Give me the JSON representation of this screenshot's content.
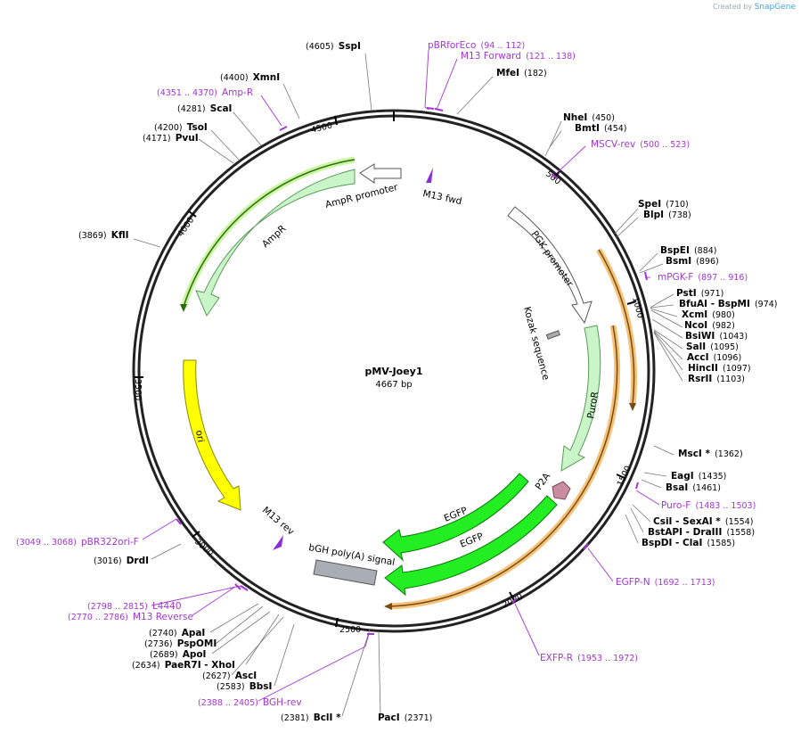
{
  "credit": {
    "prefix": "Created by",
    "brand": "SnapGene"
  },
  "plasmid": {
    "name": "pMV-Joey1",
    "length_label": "4667 bp",
    "length": 4667
  },
  "ticks": [
    "500",
    "1000",
    "1500",
    "2000",
    "2500",
    "3000",
    "3500",
    "4000",
    "4500"
  ],
  "sites": [
    {
      "pos": "(4605)",
      "name": "SspI"
    },
    {
      "pos": "(182)",
      "name": "MfeI"
    },
    {
      "pos": "(4400)",
      "name": "XmnI"
    },
    {
      "pos": "(4281)",
      "name": "ScaI"
    },
    {
      "pos": "(4200)",
      "name": "TsoI"
    },
    {
      "pos": "(4171)",
      "name": "PvuI"
    },
    {
      "pos": "(3869)",
      "name": "KflI"
    },
    {
      "pos": "(450)",
      "name": "NheI"
    },
    {
      "pos": "(454)",
      "name": "BmtI"
    },
    {
      "pos": "(710)",
      "name": "SpeI"
    },
    {
      "pos": "(738)",
      "name": "BlpI"
    },
    {
      "pos": "(884)",
      "name": "BspEI"
    },
    {
      "pos": "(896)",
      "name": "BsmI"
    },
    {
      "pos": "(971)",
      "name": "PstI"
    },
    {
      "pos": "(974)",
      "name": "BfuAI  - BspMI"
    },
    {
      "pos": "(980)",
      "name": "XcmI"
    },
    {
      "pos": "(982)",
      "name": "NcoI"
    },
    {
      "pos": "(1043)",
      "name": "BsiWI"
    },
    {
      "pos": "(1095)",
      "name": "SalI"
    },
    {
      "pos": "(1096)",
      "name": "AccI"
    },
    {
      "pos": "(1097)",
      "name": "HincII"
    },
    {
      "pos": "(1103)",
      "name": "RsrII"
    },
    {
      "pos": "(1362)",
      "name": "MscI *"
    },
    {
      "pos": "(1435)",
      "name": "EagI"
    },
    {
      "pos": "(1461)",
      "name": "BsaI"
    },
    {
      "pos": "(1554)",
      "name": "CsiI  - SexAI *"
    },
    {
      "pos": "(1558)",
      "name": "BstAPI  - DraIII"
    },
    {
      "pos": "(1585)",
      "name": "BspDI  - ClaI"
    },
    {
      "pos": "(3016)",
      "name": "DrdI"
    },
    {
      "pos": "(2740)",
      "name": "ApaI"
    },
    {
      "pos": "(2736)",
      "name": "PspOMI"
    },
    {
      "pos": "(2689)",
      "name": "ApoI"
    },
    {
      "pos": "(2634)",
      "name": "PaeR7I  - XhoI"
    },
    {
      "pos": "(2627)",
      "name": "AscI"
    },
    {
      "pos": "(2583)",
      "name": "BbsI"
    },
    {
      "pos": "(2381)",
      "name": "BclI *"
    },
    {
      "pos": "(2371)",
      "name": "PacI"
    }
  ],
  "primers": [
    {
      "name": "pBRforEco",
      "range": "(94 .. 112)"
    },
    {
      "name": "M13 Forward",
      "range": "(121 .. 138)"
    },
    {
      "name": "Amp-R",
      "range": "(4351 .. 4370)"
    },
    {
      "name": "MSCV-rev",
      "range": "(500 .. 523)"
    },
    {
      "name": "mPGK-F",
      "range": "(897 .. 916)"
    },
    {
      "name": "Puro-F",
      "range": "(1483 .. 1503)"
    },
    {
      "name": "EGFP-N",
      "range": "(1692 .. 1713)"
    },
    {
      "name": "EXFP-R",
      "range": "(1953 .. 1972)"
    },
    {
      "name": "pBR322ori-F",
      "range": "(3049 .. 3068)"
    },
    {
      "name": "L4440",
      "range": "(2798 .. 2815)"
    },
    {
      "name": "M13 Reverse",
      "range": "(2770 .. 2786)"
    },
    {
      "name": "BGH-rev",
      "range": "(2388 .. 2405)"
    }
  ],
  "features": [
    {
      "name": "AmpR promoter"
    },
    {
      "name": "AmpR"
    },
    {
      "name": "M13 fwd"
    },
    {
      "name": "PGK promoter"
    },
    {
      "name": "Kozak sequence"
    },
    {
      "name": "PuroR"
    },
    {
      "name": "P2A"
    },
    {
      "name": "EGFP"
    },
    {
      "name": "EGFP"
    },
    {
      "name": "bGH poly(A) signal"
    },
    {
      "name": "M13 rev"
    },
    {
      "name": "ori"
    }
  ],
  "colors": {
    "backbone": "#222222",
    "primer": "#a435d6",
    "ampr": "#c9f5c9",
    "egfp": "#22ee22",
    "ori": "#ffff00",
    "orf_highlight": "#f0b24a"
  }
}
